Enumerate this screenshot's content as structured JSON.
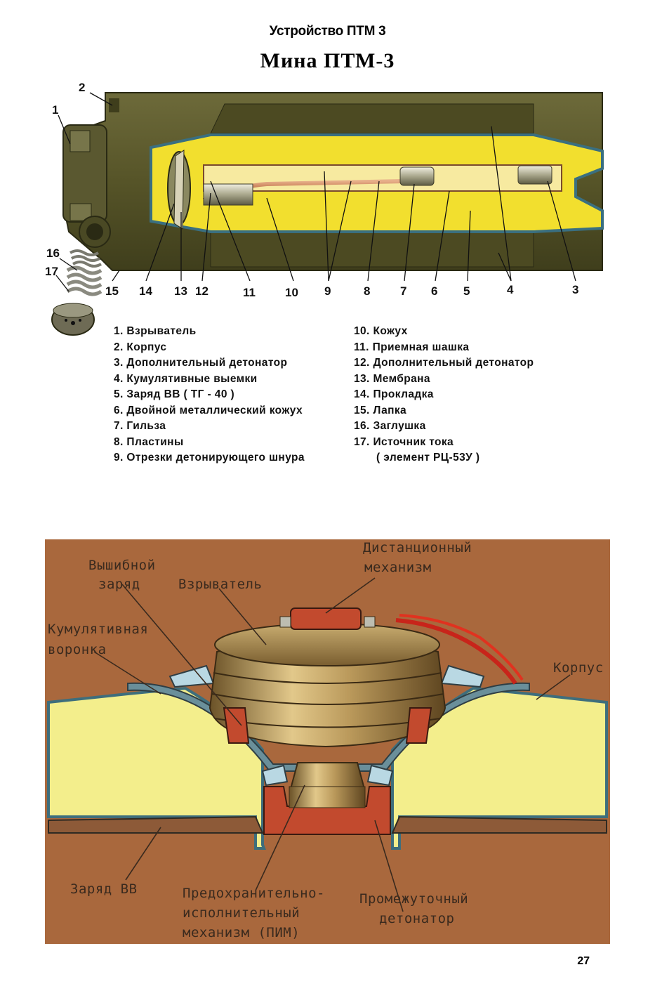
{
  "header": "Устройство ПТМ 3",
  "figure1": {
    "title": "Мина ПТМ-3",
    "callouts": {
      "c1": "1",
      "c2": "2",
      "c3": "3",
      "c4": "4",
      "c5": "5",
      "c6": "6",
      "c7": "7",
      "c8": "8",
      "c9": "9",
      "c10": "10",
      "c11": "11",
      "c12": "12",
      "c13": "13",
      "c14": "14",
      "c15": "15",
      "c16": "16",
      "c17": "17"
    },
    "legend_left": [
      "1. Взрыватель",
      "2. Корпус",
      "3. Дополнительный детонатор",
      "4. Кумулятивные выемки",
      "5. Заряд ВВ ( ТГ - 40 )",
      "6. Двойной металлический кожух",
      "7. Гильза",
      "8. Пластины",
      "9. Отрезки детонирующего шнура"
    ],
    "legend_right": [
      "10. Кожух",
      "11. Приемная шашка",
      "12. Дополнительный детонатор",
      "13. Мембрана",
      "14. Прокладка",
      "15. Лапка",
      "16. Заглушка",
      "17. Источник тока",
      "( элемент РЦ-53У )"
    ]
  },
  "figure2": {
    "labels": {
      "remote_mech_1": "Дистанционный",
      "remote_mech_2": "механизм",
      "ejection_1": "Вышибной",
      "ejection_2": "заряд",
      "fuse": "Взрыватель",
      "cumulative_1": "Кумулятивная",
      "cumulative_2": "воронка",
      "body": "Корпус",
      "charge": "Заряд ВВ",
      "pim_1": "Предохранительно-",
      "pim_2": "исполнительный",
      "pim_3": "механизм (ПИМ)",
      "intermediate_1": "Промежуточный",
      "intermediate_2": "детонатор"
    },
    "colors": {
      "background": "#a9683d",
      "charge": "#f3ee8c",
      "fuse_body": "#b89a5a",
      "detonator": "#c24a2e",
      "steel": "#8fb4c0"
    }
  },
  "page_number": "27"
}
